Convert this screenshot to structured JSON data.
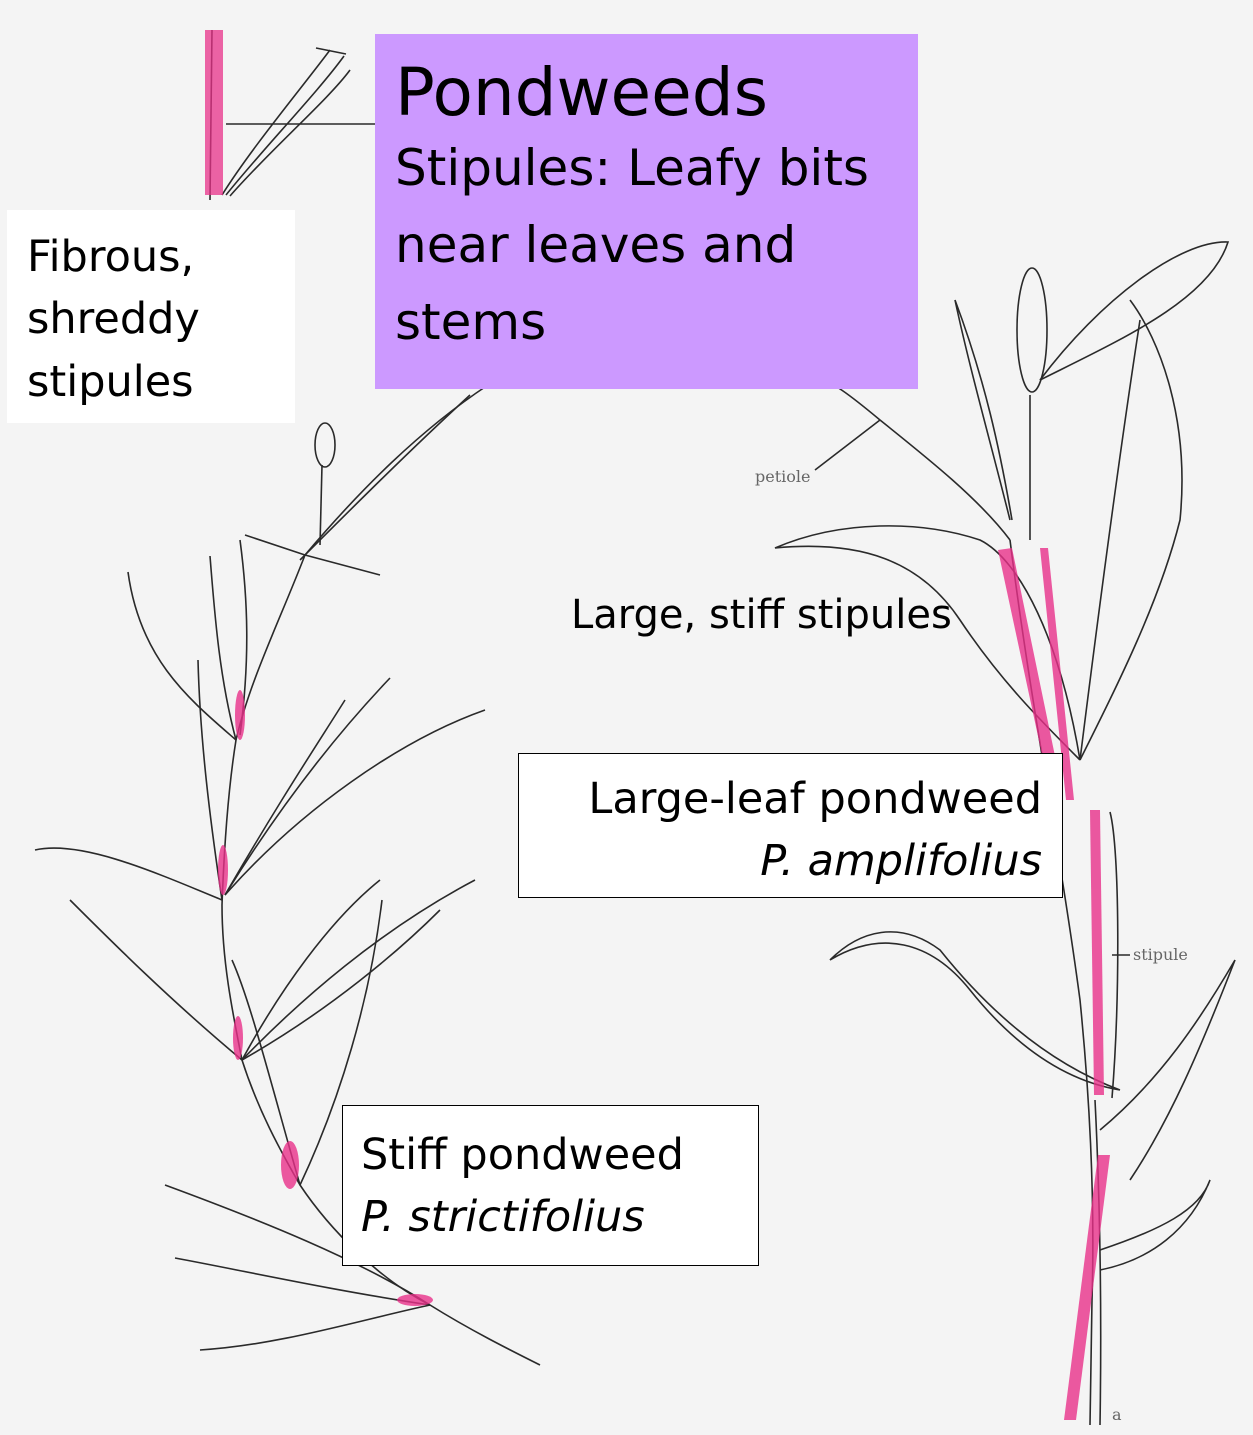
{
  "title": {
    "heading": "Pondweeds",
    "subtitle": "Stipules: Leafy bits near leaves and stems"
  },
  "labels": {
    "fibrous": [
      "Fibrous,",
      "shreddy",
      "stipules"
    ],
    "large_stiff": "Large, stiff stipules",
    "large_leaf_common": "Large-leaf pondweed",
    "large_leaf_latin": "P. amplifolius",
    "stiff_common": "Stiff pondweed",
    "stiff_latin": "P. strictifolius"
  },
  "drawing_annotations": {
    "petiole": "petiole",
    "stipule": "stipule",
    "figure_letter": "a"
  },
  "colors": {
    "title_background": "#cc99ff",
    "stipule_highlight": "#e8318a",
    "ink": "#2a2a2a"
  }
}
